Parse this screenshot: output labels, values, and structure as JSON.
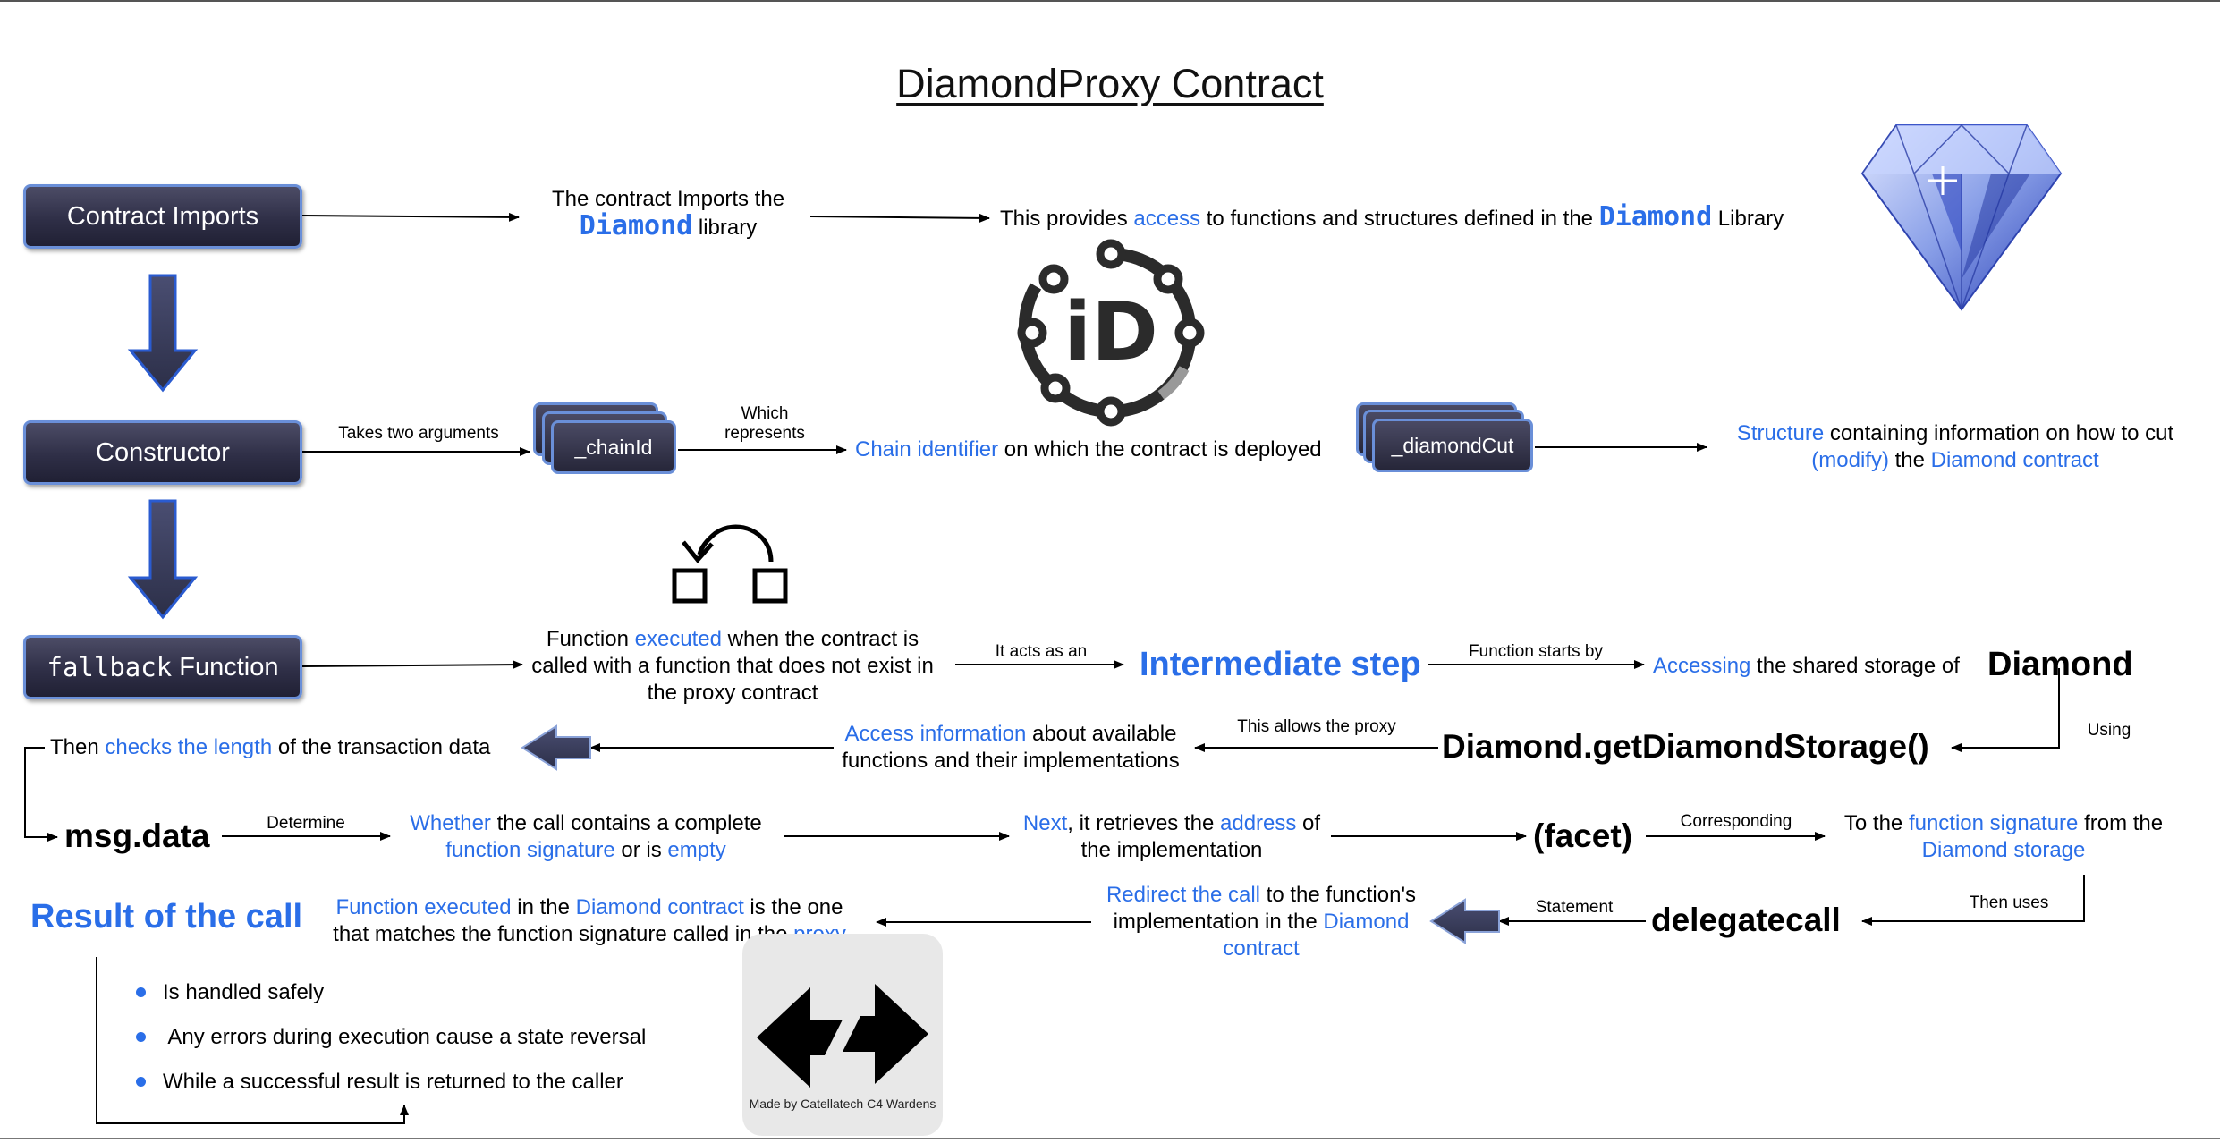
{
  "title": "DiamondProxy Contract",
  "boxes": {
    "imports": "Contract Imports",
    "constructor": "Constructor",
    "fallback_code": "fallback",
    "fallback_word": " Function",
    "chainid": "_chainId",
    "diamondcut": "_diamondCut"
  },
  "row1": {
    "imports_a": "The contract Imports the",
    "imports_diamond": "Diamond",
    "imports_b": " library",
    "provides_a": "This provides ",
    "provides_access": "access",
    "provides_b": " to functions and structures defined in the ",
    "provides_diamond": "Diamond",
    "provides_c": " Library"
  },
  "row2": {
    "takes": "Takes two arguments",
    "which_1": "Which",
    "which_2": "represents",
    "chain_blue": "Chain identifier",
    "chain_rest": " on which the contract is deployed",
    "struct_blue": "Structure",
    "struct_rest": " containing information on how to cut",
    "modify_blue": "(modify)",
    "modify_the": " the ",
    "modify_contract": "Diamond contract"
  },
  "row3": {
    "exec_a": "Function ",
    "exec_blue": "executed",
    "exec_b": " when the contract is",
    "exec_line2": "called with a function that does not exist in",
    "exec_line3": "the proxy contract",
    "acts": "It acts as an",
    "intermediate": "Intermediate step",
    "starts": "Function starts by",
    "accessing_blue": "Accessing",
    "accessing_rest": " the shared storage of",
    "diamond_big": "Diamond",
    "using": "Using"
  },
  "row4": {
    "get_storage": "Diamond.getDiamondStorage()",
    "allows": "This allows the proxy",
    "access_blue": "Access information",
    "access_rest": " about available",
    "access_line2": "functions and their implementations",
    "then_a": "Then ",
    "then_blue": "checks the length",
    "then_b": " of the transaction data"
  },
  "row5": {
    "msgdata": "msg.data",
    "determine": "Determine",
    "whether_blue": "Whether",
    "whether_rest": " the call contains a complete",
    "sig_blue": "function signature",
    "sig_or": " or is ",
    "empty_blue": "empty",
    "next_blue": "Next",
    "next_rest": ", it retrieves the ",
    "address_blue": "address",
    "next_of": " of",
    "next_line2": "the implementation",
    "facet": "(facet)",
    "corresponding": "Corresponding",
    "tosig_a": "To the ",
    "tosig_blue": "function signature",
    "tosig_b": " from the",
    "storage_blue": "Diamond storage"
  },
  "row6": {
    "then_uses": "Then uses",
    "delegatecall": "delegatecall",
    "statement": "Statement",
    "redirect_blue": "Redirect the call",
    "redirect_rest": " to the function's",
    "impl_a": "implementation in the ",
    "impl_blue": "Diamond",
    "impl_contract": "contract",
    "result": "Result of the call",
    "fexec_blue": "Function executed",
    "fexec_in": " in the ",
    "fexec_contract": "Diamond contract",
    "fexec_rest": " is the one",
    "match_a": "that matches the function signature called in the ",
    "match_proxy": "proxy"
  },
  "bullets": [
    "Is handled safely",
    " Any errors during execution cause a state reversal",
    "While a successful result is returned to the caller"
  ],
  "badge": {
    "caption": "Made by Catellatech C4 Wardens"
  },
  "icons": [
    "diamond-gem-icon",
    "id-logo-icon",
    "undo-arrow-icon",
    "swap-arrows-icon",
    "left-block-arrow-icon",
    "down-block-arrow-icon"
  ],
  "colors": {
    "accent_blue": "#2a6ee8",
    "box_dark": "#2f2f47",
    "box_border": "#6a8fd8",
    "arrow_fill": "#3c4060"
  }
}
